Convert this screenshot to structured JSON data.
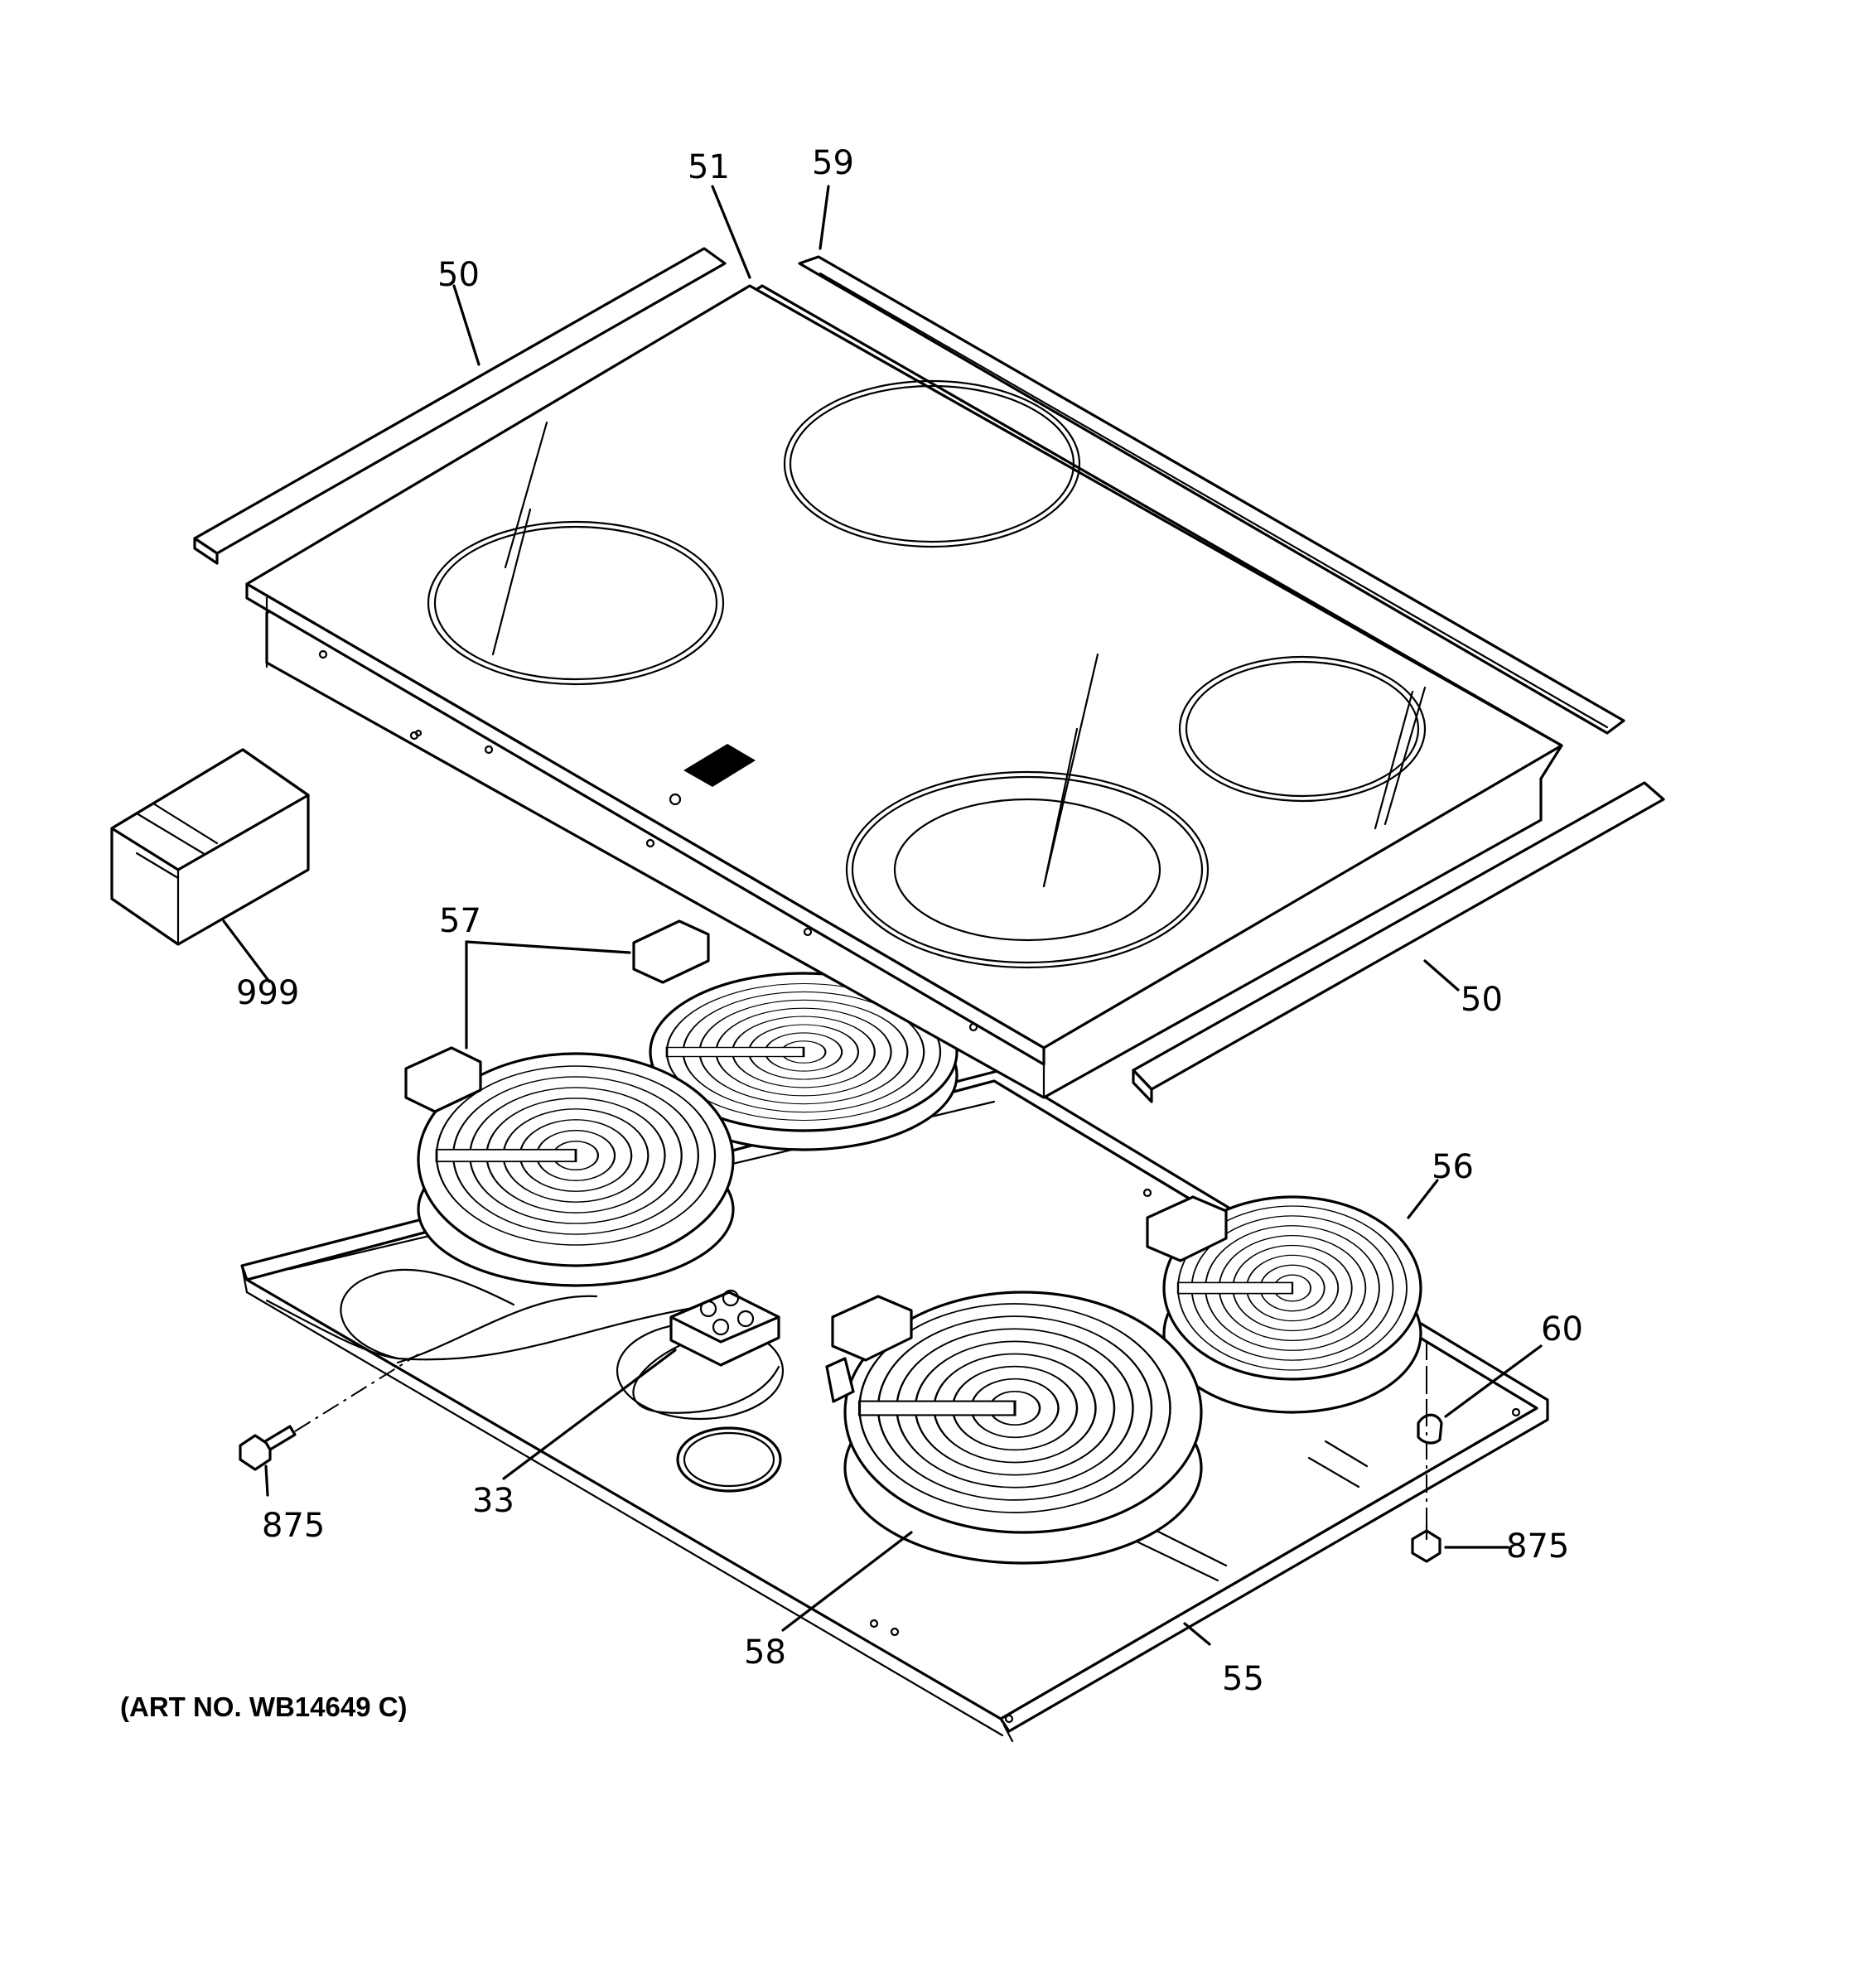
{
  "diagram": {
    "callouts": {
      "c50a": "50",
      "c51": "51",
      "c59": "59",
      "c999": "999",
      "c57": "57",
      "c50b": "50",
      "c56": "56",
      "c60": "60",
      "c875a": "875",
      "c33": "33",
      "c875b": "875",
      "c58": "58",
      "c55": "55"
    },
    "art_number": "(ART NO. WB14649 C)"
  }
}
